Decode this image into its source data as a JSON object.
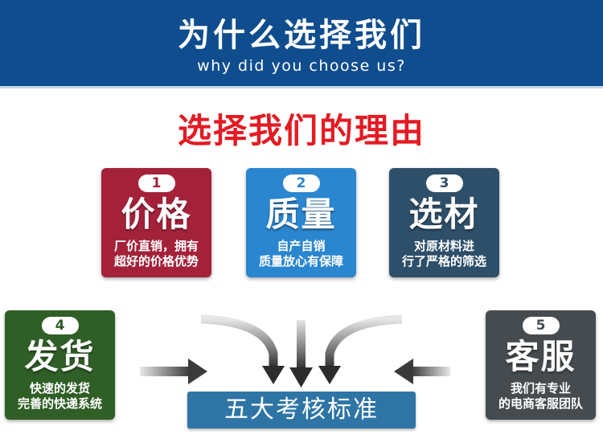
{
  "header": {
    "title": "为什么选择我们",
    "subtitle": "why did you choose us?"
  },
  "reason_title": "选择我们的理由",
  "cards": [
    {
      "number": "1",
      "title": "价格",
      "lines": [
        "厂价直销，拥有",
        "超好的价格优势"
      ],
      "color": "#a3223a"
    },
    {
      "number": "2",
      "title": "质量",
      "lines": [
        "自产自销",
        "质量放心有保障"
      ],
      "color": "#2a86cf"
    },
    {
      "number": "3",
      "title": "选材",
      "lines": [
        "对原材料进",
        "行了严格的筛选"
      ],
      "color": "#2e4f69"
    },
    {
      "number": "4",
      "title": "发货",
      "lines": [
        "快速的发货",
        "完善的快递系统"
      ],
      "color": "#2f5e26"
    },
    {
      "number": "5",
      "title": "客服",
      "lines": [
        "我们有专业",
        "的电商客服团队"
      ],
      "color": "#454b4f"
    }
  ],
  "standard_label": "五大考核标准",
  "colors": {
    "header_bg": "#0f4d8e",
    "title_red": "#e31b23",
    "standard_bg": "#2e75a6"
  }
}
